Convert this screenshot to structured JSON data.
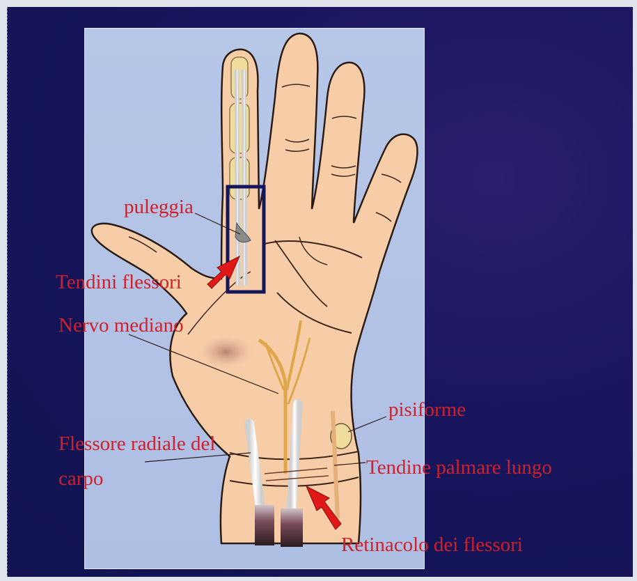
{
  "labels": {
    "puleggia": "puleggia",
    "tendini_flessori": "Tendini flessori",
    "nervo_mediano": "Nervo mediano",
    "pisiforme": "pisiforme",
    "flessore_radiale_line1": "Flessore radiale del",
    "flessore_radiale_line2": "carpo",
    "tendine_palmare_lungo": "Tendine palmare lungo",
    "retinacolo_flessori": "Retinacolo dei flessori"
  },
  "colors": {
    "background": "#141457",
    "panel": "#b2c3e6",
    "skin": "#f7cda8",
    "label": "#d0202a",
    "arrow": "#e01818",
    "highlight_box": "#15155a"
  }
}
